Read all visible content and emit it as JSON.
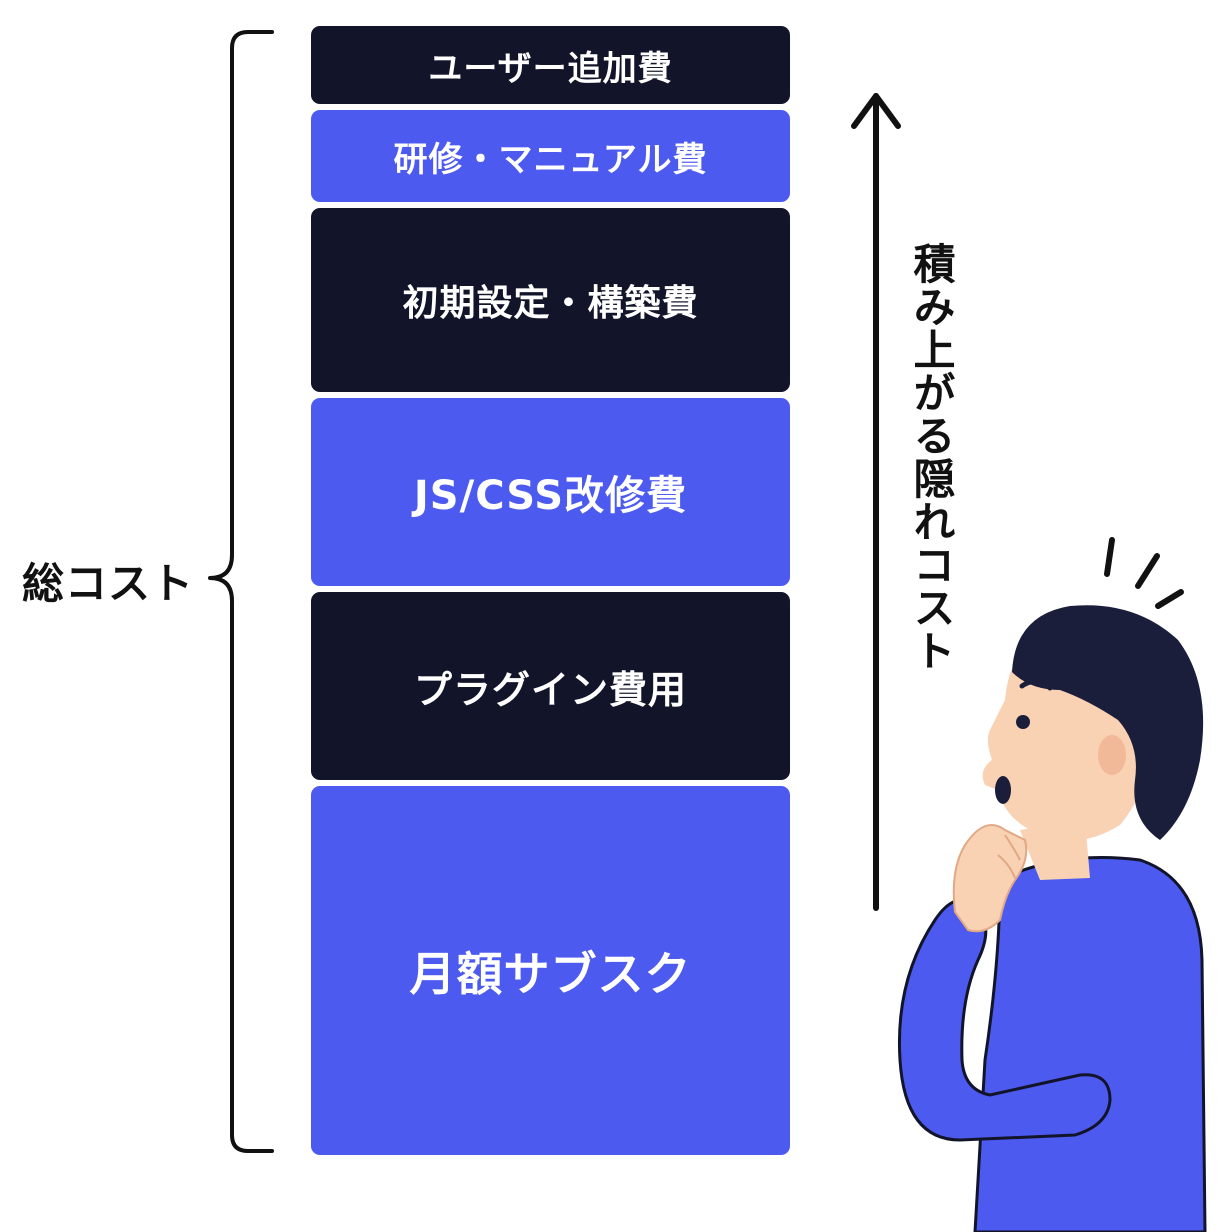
{
  "total_label": "総コスト",
  "hidden_cost_label": "積み上がる隠れコスト",
  "blocks": [
    {
      "label": "ユーザー追加費",
      "tone": "dark"
    },
    {
      "label": "研修・マニュアル費",
      "tone": "blue"
    },
    {
      "label": "初期設定・構築費",
      "tone": "dark"
    },
    {
      "label": "JS/CSS改修費",
      "tone": "blue"
    },
    {
      "label": "プラグイン費用",
      "tone": "dark"
    },
    {
      "label": "月額サブスク",
      "tone": "blue"
    }
  ],
  "colors": {
    "dark": "#12142a",
    "blue": "#4c5af0",
    "skin": "#f9d1b3",
    "hair": "#1a1e3a"
  }
}
